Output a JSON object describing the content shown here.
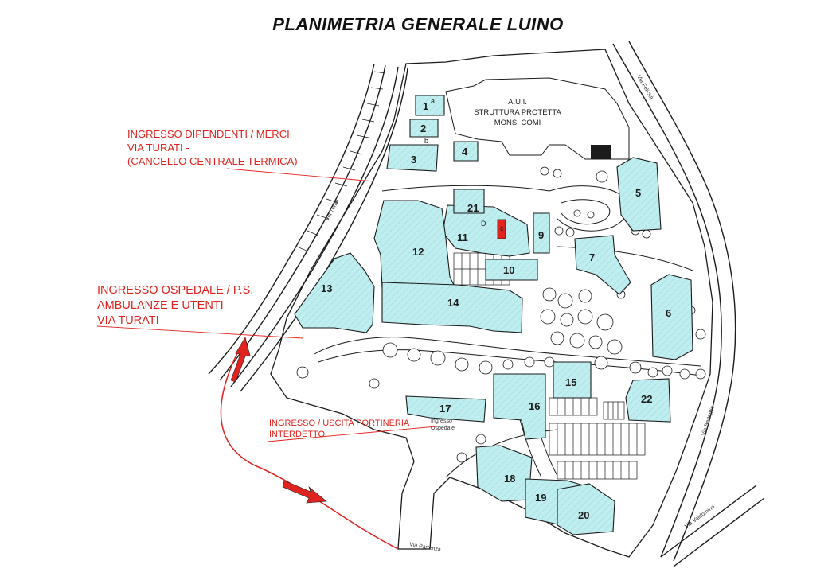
{
  "title": "PLANIMETRIA GENERALE LUINO",
  "notes": {
    "dipendenti": [
      "INGRESSO DIPENDENTI / MERCI",
      "VIA TURATI -",
      "(CANCELLO CENTRALE TERMICA)"
    ],
    "ospedale": [
      "INGRESSO OSPEDALE / P.S.",
      "AMBULANZE E UTENTI",
      "VIA TURATI"
    ],
    "portineria": [
      "INGRESSO / USCITA PORTINERIA",
      "INTERDETTO"
    ]
  },
  "aui_block": [
    "A.U.I.",
    "STRUTTURA PROTETTA",
    "MONS. COMI"
  ],
  "pedestrian_label": [
    "Ingresso",
    "Ospedale"
  ],
  "small_marks": {
    "a": "a",
    "b": "b",
    "c": "c",
    "d": "D"
  },
  "streets": {
    "turati": "Via Turati",
    "felicita": "Via Felicità",
    "battaglie": "Via Battaglie",
    "valdomino": "Via Valdomino",
    "partenza": "Via Partenza"
  },
  "buildings": [
    "1",
    "2",
    "3",
    "4",
    "5",
    "6",
    "7",
    "9",
    "10",
    "11",
    "12",
    "13",
    "14",
    "15",
    "16",
    "17",
    "18",
    "19",
    "20",
    "21",
    "22"
  ],
  "colors": {
    "building_fill": "#bfeef0",
    "highlight": "#e0231f",
    "annotation": "#e0231f",
    "line": "#1b1b1b"
  }
}
